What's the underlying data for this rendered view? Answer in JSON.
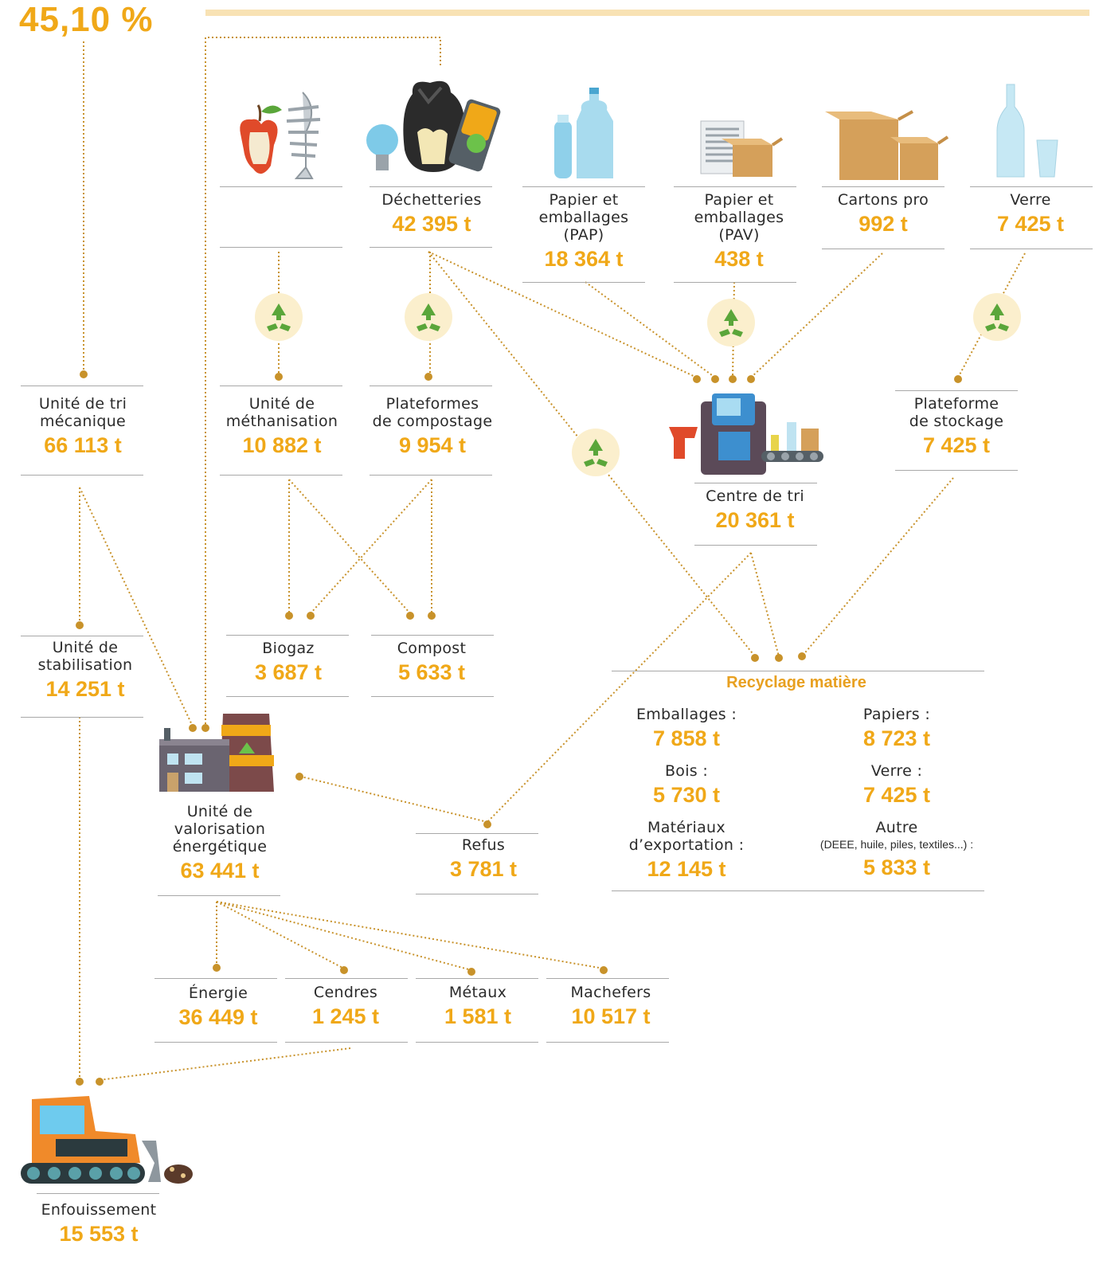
{
  "header": {
    "percent": "45,10 %"
  },
  "sources": {
    "dechetteries": {
      "label": "Déchetteries",
      "value": "42 395 t"
    },
    "pap": {
      "label": "Papier et\nemballages\n(PAP)",
      "value": "18 364 t"
    },
    "pav": {
      "label": "Papier et\nemballages\n(PAV)",
      "value": "438 t"
    },
    "cartons": {
      "label": "Cartons pro",
      "value": "992 t"
    },
    "verre": {
      "label": "Verre",
      "value": "7 425 t"
    }
  },
  "units": {
    "tri_mecanique": {
      "label": "Unité de tri\nmécanique",
      "value": "66 113 t"
    },
    "methanisation": {
      "label": "Unité de\nméthanisation",
      "value": "10 882 t"
    },
    "compostage": {
      "label": "Plateformes\nde compostage",
      "value": "9 954 t"
    },
    "centre_tri": {
      "label": "Centre de tri",
      "value": "20 361 t"
    },
    "stockage": {
      "label": "Plateforme\nde stockage",
      "value": "7 425 t"
    },
    "stabilisation": {
      "label": "Unité de\nstabilisation",
      "value": "14 251 t"
    },
    "biogaz": {
      "label": "Biogaz",
      "value": "3 687 t"
    },
    "compost": {
      "label": "Compost",
      "value": "5 633 t"
    },
    "valorisation": {
      "label": "Unité de\nvalorisation\nénergétique",
      "value": "63 441 t"
    },
    "refus": {
      "label": "Refus",
      "value": "3 781 t"
    },
    "energie": {
      "label": "Énergie",
      "value": "36 449 t"
    },
    "cendres": {
      "label": "Cendres",
      "value": "1 245 t"
    },
    "metaux": {
      "label": "Métaux",
      "value": "1 581 t"
    },
    "machefers": {
      "label": "Machefers",
      "value": "10 517 t"
    },
    "enfouissement": {
      "label": "Enfouissement",
      "value": "15 553 t"
    }
  },
  "recyclage": {
    "title": "Recyclage matière",
    "emballages": {
      "label": "Emballages :",
      "value": "7 858 t"
    },
    "papiers": {
      "label": "Papiers :",
      "value": "8 723 t"
    },
    "bois": {
      "label": "Bois :",
      "value": "5 730 t"
    },
    "verre": {
      "label": "Verre :",
      "value": "7 425 t"
    },
    "materiaux": {
      "label": "Matériaux\nd’exportation :",
      "value": "12 145 t"
    },
    "autre": {
      "label": "Autre",
      "sub": "(DEEE, huile, piles, textiles...) :",
      "value": "5 833 t"
    }
  },
  "colors": {
    "accent": "#f0a818",
    "connector": "#c8922a",
    "rule": "#a8a8a8"
  }
}
